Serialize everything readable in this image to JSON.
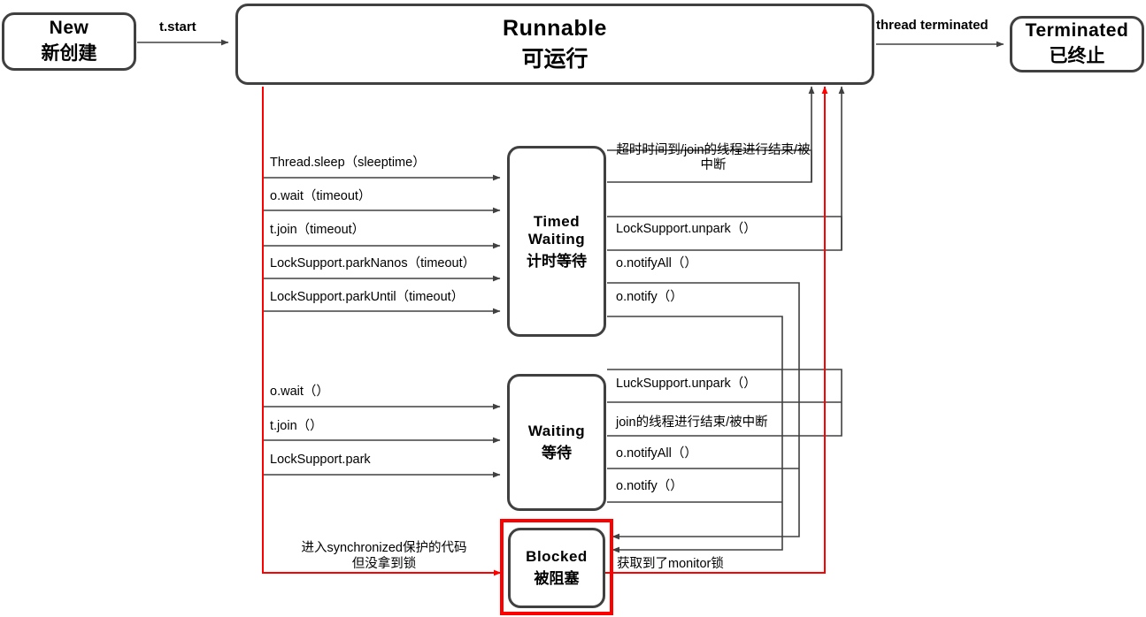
{
  "diagram": {
    "title": "Java Thread State Transition Diagram",
    "colors": {
      "node_border": "#404040",
      "wire": "#404040",
      "highlight": "#ff0000",
      "background": "#ffffff"
    }
  },
  "nodes": {
    "new": {
      "en": "New",
      "cn": "新创建"
    },
    "runnable": {
      "en": "Runnable",
      "cn": "可运行"
    },
    "terminated": {
      "en": "Terminated",
      "cn": "已终止"
    },
    "timed_waiting": {
      "en_line1": "Timed",
      "en_line2": "Waiting",
      "cn": "计时等待"
    },
    "waiting": {
      "en": "Waiting",
      "cn": "等待"
    },
    "blocked": {
      "en": "Blocked",
      "cn": "被阻塞"
    }
  },
  "edge_labels": {
    "start": "t.start",
    "terminated": "thread terminated",
    "to_timed_waiting": [
      "Thread.sleep（sleeptime）",
      "o.wait（timeout）",
      "t.join（timeout）",
      "LockSupport.parkNanos（timeout）",
      "LockSupport.parkUntil（timeout）"
    ],
    "from_timed_waiting": [
      "超时时间到/join的线程进行结束/被中断",
      "LockSupport.unpark（）",
      "o.notifyAll（）",
      "o.notify（）"
    ],
    "to_waiting": [
      "o.wait（）",
      "t.join（）",
      "LockSupport.park"
    ],
    "from_waiting": [
      "LuckSupport.unpark（）",
      "join的线程进行结束/被中断",
      "o.notifyAll（）",
      "o.notify（）"
    ],
    "to_blocked_line1": "进入synchronized保护的代码",
    "to_blocked_line2": "但没拿到锁",
    "from_blocked": "获取到了monitor锁"
  }
}
